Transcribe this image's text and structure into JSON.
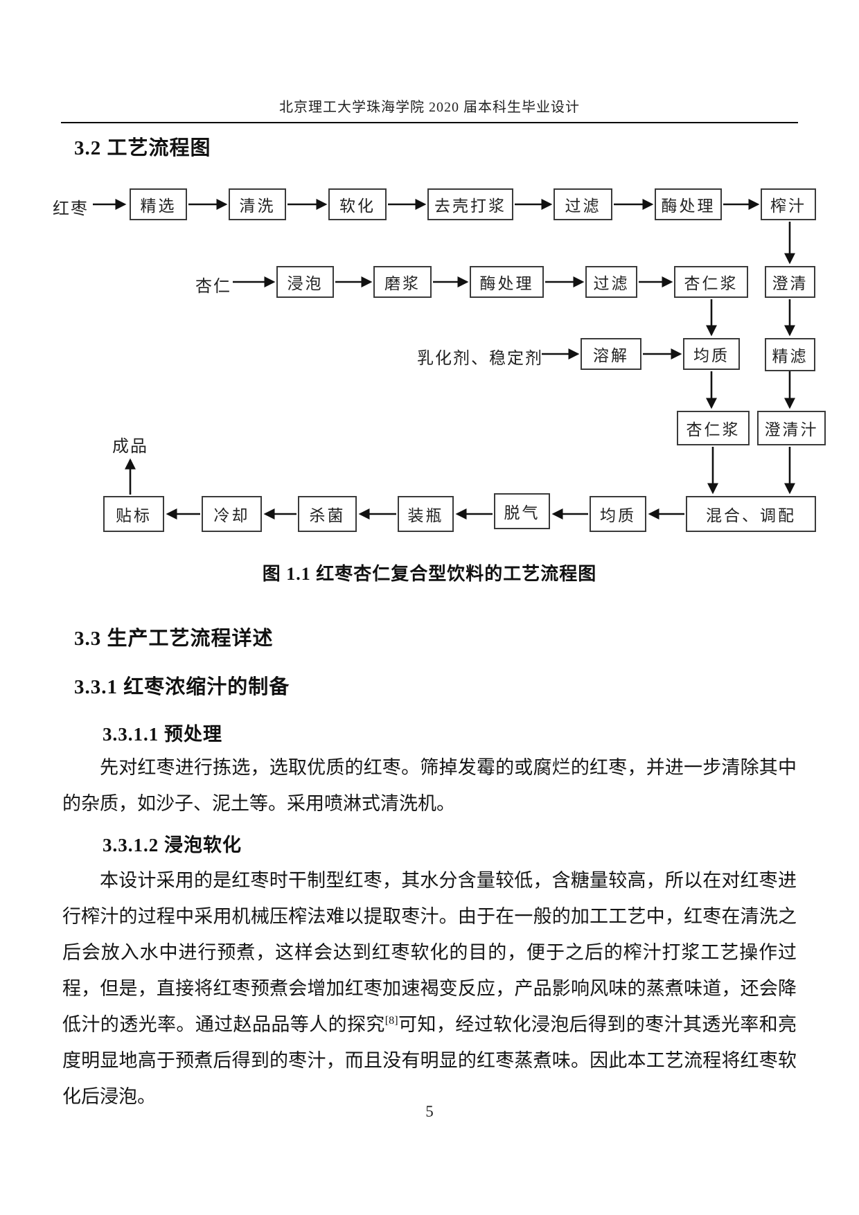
{
  "page": {
    "header": "北京理工大学珠海学院 2020 届本科生毕业设计",
    "page_number": "5"
  },
  "headings": {
    "s32": "3.2 工艺流程图",
    "s33": "3.3 生产工艺流程详述",
    "s331": "3.3.1 红枣浓缩汁的制备",
    "s3311": "3.3.1.1 预处理",
    "s3312": "3.3.1.2 浸泡软化"
  },
  "figure": {
    "caption": "图 1.1 红枣杏仁复合型饮料的工艺流程图"
  },
  "flowchart": {
    "inputs": {
      "hongzao": "红枣",
      "xingren": "杏仁",
      "ruhuaji": "乳化剂、稳定剂",
      "chengpin": "成品"
    },
    "nodes": {
      "jingxuan": "精选",
      "qingxi": "清洗",
      "ruanhua": "软化",
      "qiaokedajiang": "去壳打浆",
      "guolv1": "过滤",
      "meichuli1": "酶处理",
      "zhazhi": "榨汁",
      "jinpao": "浸泡",
      "mojiang": "磨浆",
      "meichuli2": "酶处理",
      "guolv2": "过滤",
      "xingrenjiang1": "杏仁浆",
      "chengqing": "澄清",
      "rongjie": "溶解",
      "junzhi1": "均质",
      "jinglv": "精滤",
      "xingrenjiang2": "杏仁浆",
      "chengqingzhi": "澄清汁",
      "tiebiao": "贴标",
      "lengque": "冷却",
      "shajun": "杀菌",
      "zhuangping": "装瓶",
      "tuoqi": "脱气",
      "junzhi2": "均质",
      "hunhetiaopei": "混合、调配"
    }
  },
  "paragraphs": {
    "p1": "先对红枣进行拣选，选取优质的红枣。筛掉发霉的或腐烂的红枣，并进一步清除其中的杂质，如沙子、泥土等。采用喷淋式清洗机。",
    "p2a": "本设计采用的是红枣时干制型红枣，其水分含量较低，含糖量较高，所以在对红枣进行榨汁的过程中采用机械压榨法难以提取枣汁。由于在一般的加工工艺中，红枣在清洗之后会放入水中进行预煮，这样会达到红枣软化的目的，便于之后的榨汁打浆工艺操作过程，但是，直接将红枣预煮会增加红枣加速褐变反应，产品影响风味的蒸煮味道，还会降低汁的透光率。通过赵品品等人的探究",
    "p2ref": "[8]",
    "p2b": "可知，经过软化浸泡后得到的枣汁其透光率和亮度明显地高于预煮后得到的枣汁，而且没有明显的红枣蒸煮味。因此本工艺流程将红枣软化后浸泡。"
  }
}
